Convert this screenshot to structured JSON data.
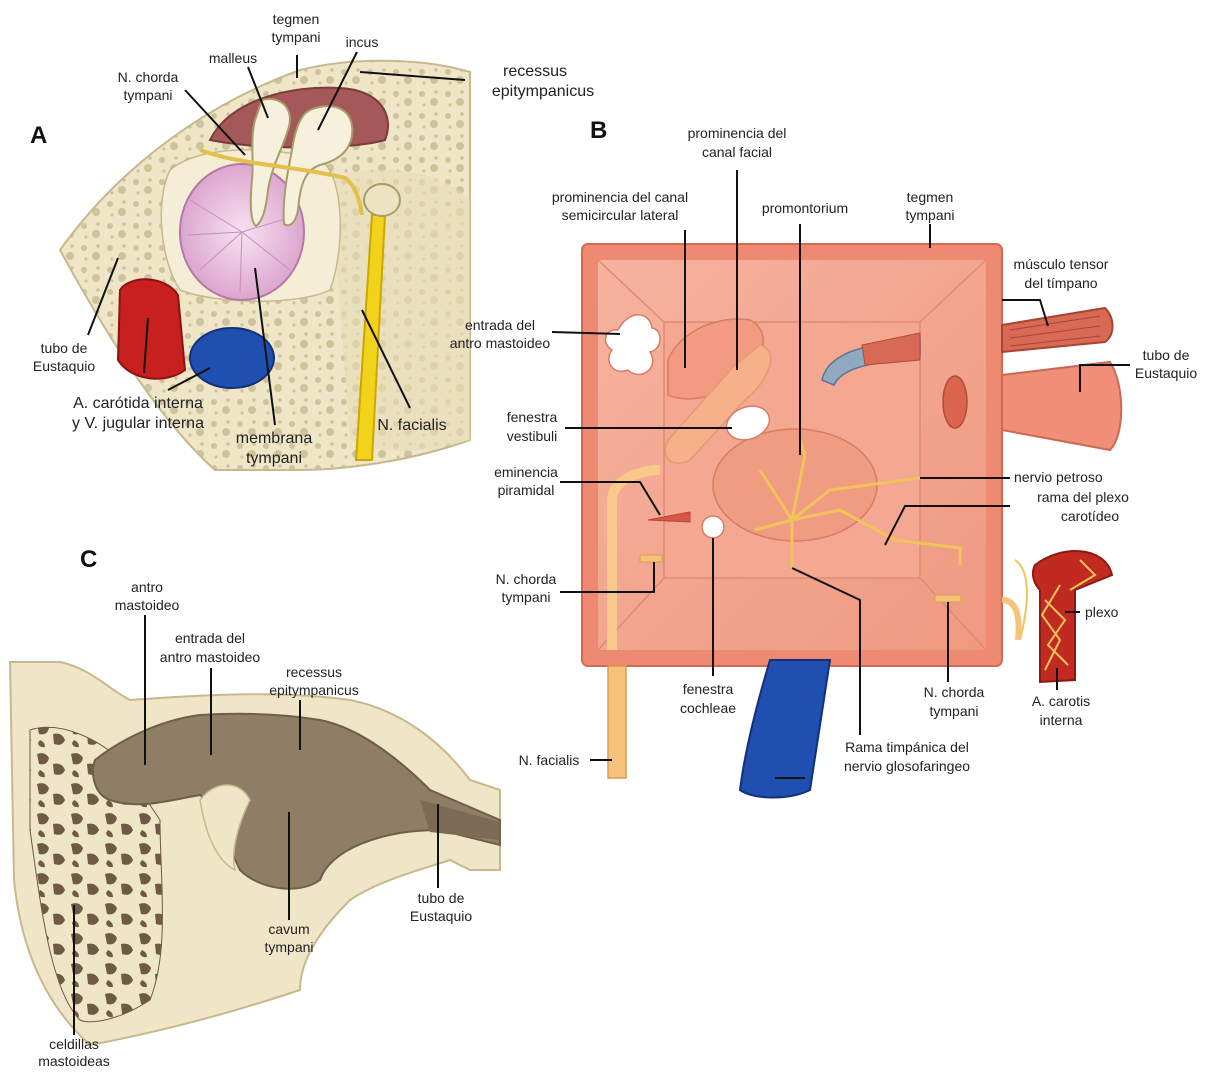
{
  "panels": {
    "a": "A",
    "b": "B",
    "c": "C"
  },
  "panel_a": {
    "tegmen": [
      "tegmen",
      "tympani"
    ],
    "incus": "incus",
    "malleus": "malleus",
    "chorda": [
      "N. chorda",
      "tympani"
    ],
    "recessus": [
      "recessus",
      "epitympanicus"
    ],
    "tubo": [
      "tubo de",
      "Eustaquio"
    ],
    "carotida": [
      "A. carótida interna",
      "y V. jugular interna"
    ],
    "membrana": [
      "membrana",
      "tympani"
    ],
    "facialis": "N. facialis"
  },
  "panel_b": {
    "prom_canal_facial": [
      "prominencia del",
      "canal facial"
    ],
    "prom_semicircular": [
      "prominencia del canal",
      "semicircular lateral"
    ],
    "promontorium": "promontorium",
    "tegmen": [
      "tegmen",
      "tympani"
    ],
    "musculo": [
      "músculo tensor",
      "del tímpano"
    ],
    "entrada": [
      "entrada del",
      "antro mastoideo"
    ],
    "tubo": [
      "tubo de",
      "Eustaquio"
    ],
    "vestibuli": [
      "fenestra",
      "vestibuli"
    ],
    "eminencia": [
      "eminencia",
      "piramidal"
    ],
    "petroso": "nervio petroso",
    "rama_plexo": [
      "rama del plexo",
      "carotídeo"
    ],
    "chorda_left": [
      "N. chorda",
      "tympani"
    ],
    "plexo": "plexo",
    "cochleae": [
      "fenestra",
      "cochleae"
    ],
    "chorda_right": [
      "N. chorda",
      "tympani"
    ],
    "carotis": [
      "A. carotis",
      "interna"
    ],
    "rama_timpanica": [
      "Rama timpánica del",
      "nervio glosofaringeo"
    ],
    "facialis": "N. facialis"
  },
  "panel_c": {
    "antro": [
      "antro",
      "mastoideo"
    ],
    "entrada": [
      "entrada del",
      "antro mastoideo"
    ],
    "recessus": [
      "recessus",
      "epitympanicus"
    ],
    "tubo": [
      "tubo de",
      "Eustaquio"
    ],
    "cavum": [
      "cavum",
      "tympani"
    ],
    "celdillas": [
      "celdillas",
      "mastoideas"
    ]
  },
  "colors": {
    "bone": "#efe6c8",
    "bone_dark": "#d9cfa8",
    "mucosa": "#f2a58e",
    "wall": "#ee8a72",
    "artery": "#c8201e",
    "vein": "#1f4fb0",
    "nerve": "#f2d21a",
    "nerve_pale": "#f4c77a",
    "membrane": "#e8b3dc",
    "cavity": "#8f7d66"
  }
}
